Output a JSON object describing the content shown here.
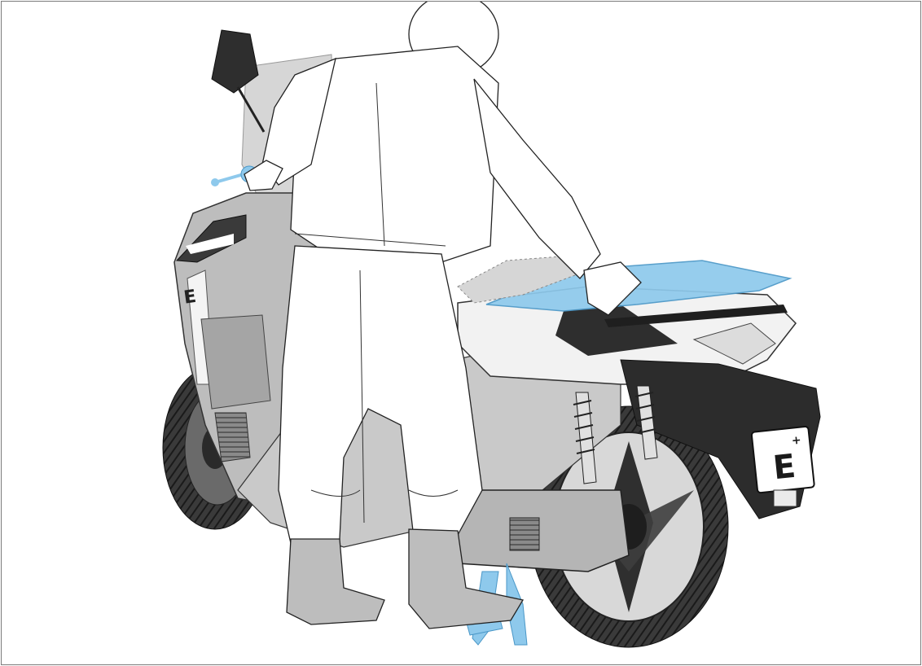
{
  "illustration": {
    "scene": "rider-mounting-seat-on-scooter",
    "highlight_color": "#8ec9ec",
    "body_gray": "#bdbdbd",
    "dark_gray": "#3a3a3a",
    "outline_color": "#222222",
    "plate_text": "E",
    "plate_superscript": "+",
    "front_panel_text": "E"
  }
}
